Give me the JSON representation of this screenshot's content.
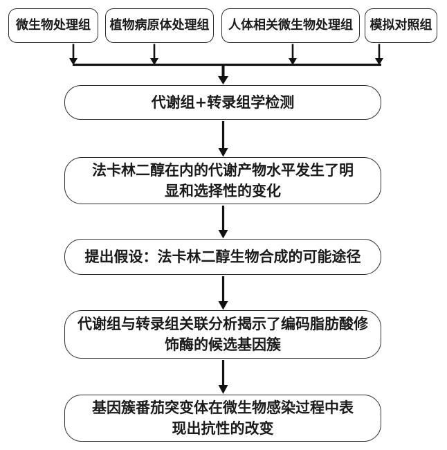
{
  "flowchart": {
    "top_row": [
      {
        "label": "微生物处理组"
      },
      {
        "label": "植物病原体处理组"
      },
      {
        "label": "人体相关微生物处理组"
      },
      {
        "label": "模拟对照组"
      }
    ],
    "steps": [
      {
        "label": "代谢组+转录组学检测"
      },
      {
        "label": "法卡林二醇在内的代谢产物水平发生了明\n显和选择性的变化"
      },
      {
        "label": "提出假设：法卡林二醇生物合成的可能途径"
      },
      {
        "label": "代谢组与转录组关联分析揭示了编码脂肪酸修\n饰酶的候选基因簇"
      },
      {
        "label": "基因簇番茄突变体在微生物感染过程中表\n现出抗性的改变"
      }
    ],
    "colors": {
      "background": "#ffffff",
      "box_fill": "#ffffff",
      "box_border": "#2d2d2d",
      "text": "#1a1a1a",
      "arrow": "#111111"
    }
  }
}
